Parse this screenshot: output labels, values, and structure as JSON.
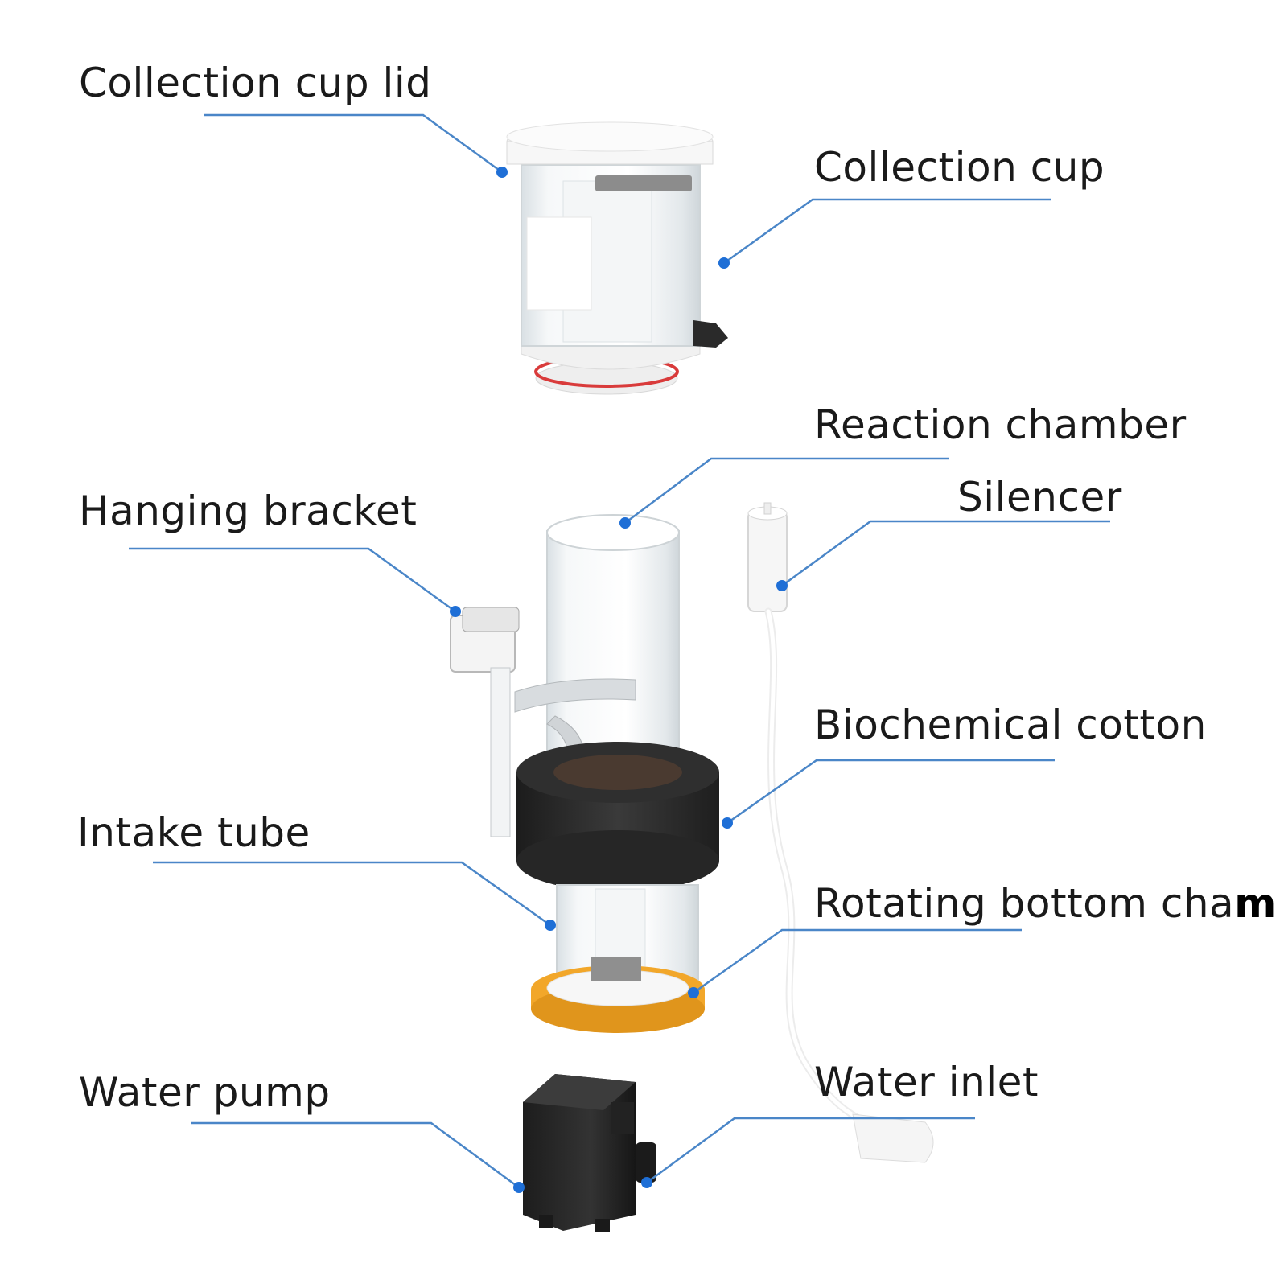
{
  "labels": {
    "collection_cup_lid": "Collection cup lid",
    "collection_cup": "Collection cup",
    "reaction_chamber": "Reaction chamber",
    "silencer": "Silencer",
    "hanging_bracket": "Hanging bracket",
    "biochemical_cotton": "Biochemical cotton",
    "intake_tube": "Intake tube",
    "rotating_bottom_chamber": "Rotating bottom cha",
    "rotating_bottom_chamber_tail": "m",
    "water_pump": "Water pump",
    "water_inlet": "Water inlet"
  },
  "colors": {
    "leader_line": "#4a86c8",
    "dot": "#1f6fd6",
    "text": "#1a1a1a",
    "sponge": "#2b2b2b",
    "base_orange": "#f2a72a",
    "clear_plastic": "#eef2f4",
    "white_part": "#f7f7f7",
    "gasket_red": "#d93b3b"
  }
}
